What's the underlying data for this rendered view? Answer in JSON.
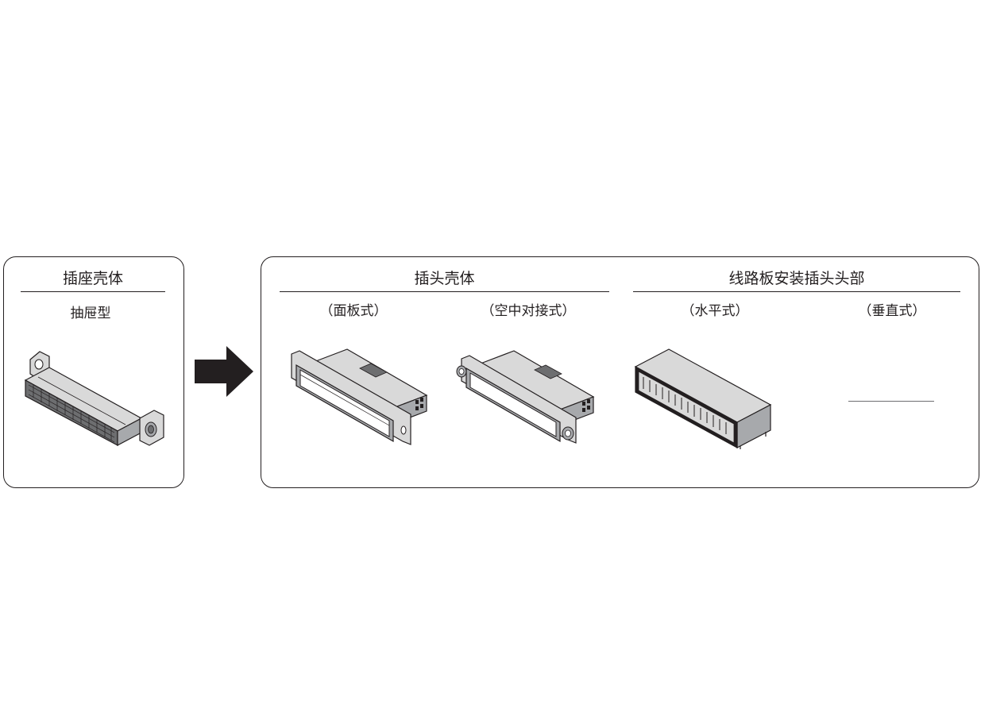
{
  "left_panel": {
    "heading": "插座壳体",
    "type_label": "抽屉型"
  },
  "right_panel": {
    "group_plug": {
      "heading": "插头壳体",
      "variants": [
        "（面板式）",
        "（空中对接式）"
      ]
    },
    "group_board": {
      "heading": "线路板安装插头头部",
      "variants": [
        "（水平式）",
        "（垂直式）"
      ]
    }
  },
  "colors": {
    "stroke": "#231f20",
    "body_light": "#d9d9d9",
    "body_mid": "#a7a9ac",
    "body_dark": "#6d6e70",
    "arrow": "#231f20"
  },
  "icons": [
    "drawer-socket-connector",
    "arrow-right-icon",
    "panel-plug-connector",
    "cable-plug-connector",
    "horizontal-pcb-header"
  ]
}
